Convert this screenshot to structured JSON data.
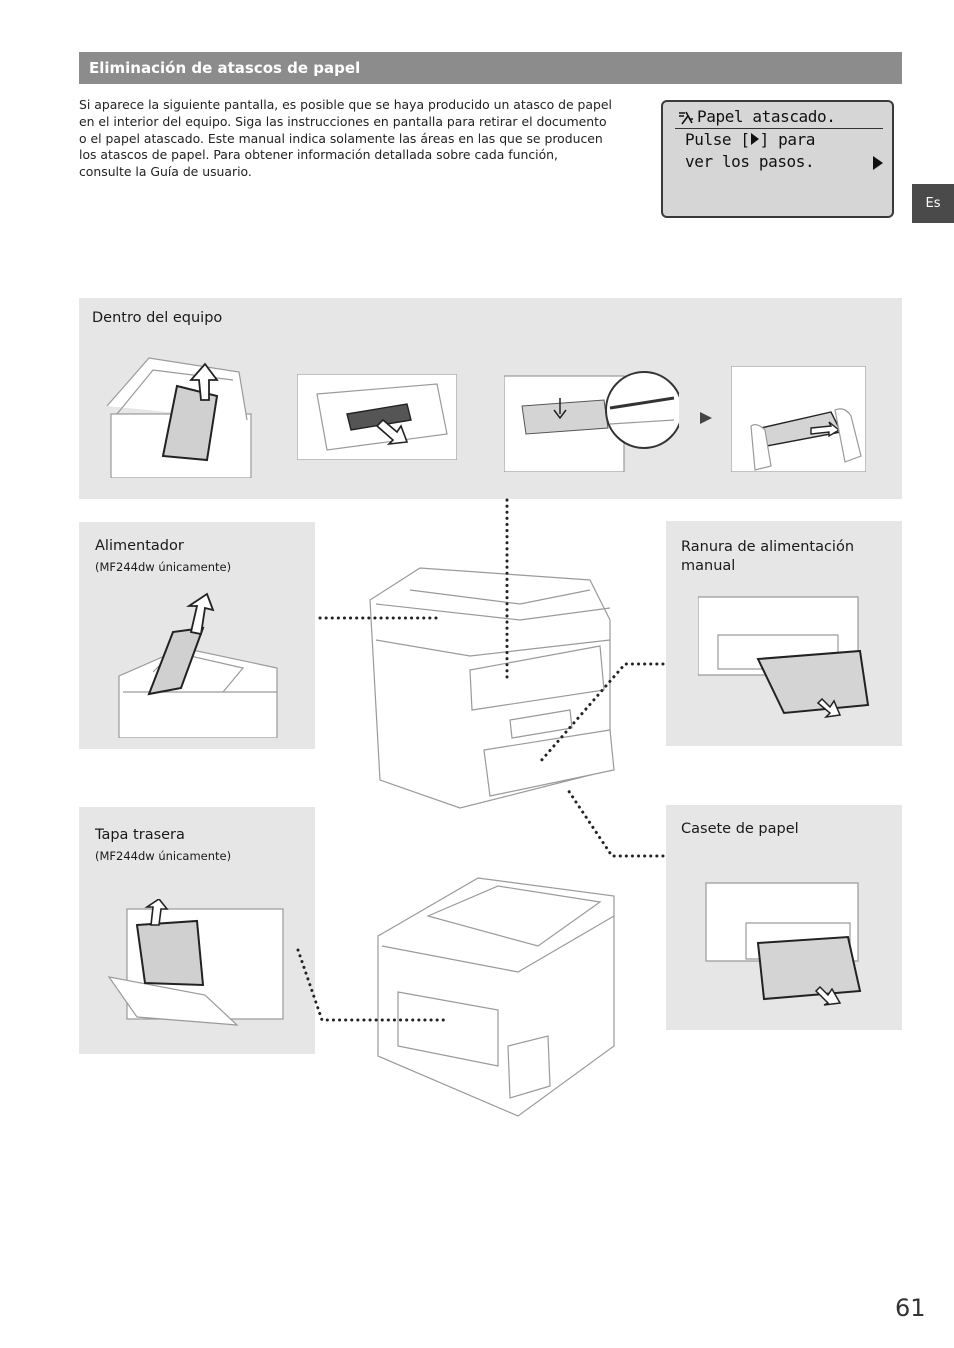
{
  "section": {
    "title": "Eliminación de atascos de papel"
  },
  "intro": {
    "text": "Si aparece la siguiente pantalla, es posible que se haya producido un atasco de papel en el interior del equipo. Siga las instrucciones en pantalla para retirar el documento o el papel atascado. Este manual indica solamente las áreas en las que se producen los atascos de papel. Para obtener información detallada sobre cada función, consulte la Guía de usuario."
  },
  "lcd": {
    "line1": "Papel atascado.",
    "line2_prefix": "Pulse [",
    "line2_suffix": "] para",
    "line3": "ver los pasos.",
    "icon_line1": "paper-jam-icon",
    "icon_bracket": "right-triangle-icon",
    "icon_scroll": "right-triangle-icon"
  },
  "lang_tab": "Es",
  "panels": {
    "inside": {
      "title": "Dentro del equipo"
    },
    "feeder": {
      "title": "Alimentador",
      "subtitle": "(MF244dw únicamente)"
    },
    "manual_slot": {
      "title": "Ranura de alimentación manual"
    },
    "rear_cover": {
      "title": "Tapa trasera",
      "subtitle": "(MF244dw únicamente)"
    },
    "cassette": {
      "title": "Casete de papel"
    }
  },
  "page_number": "61",
  "colors": {
    "header_bg": "#8c8c8c",
    "panel_bg": "#e6e6e6",
    "lcd_bg": "#d6d6d6",
    "tab_bg": "#4a4a4a"
  }
}
